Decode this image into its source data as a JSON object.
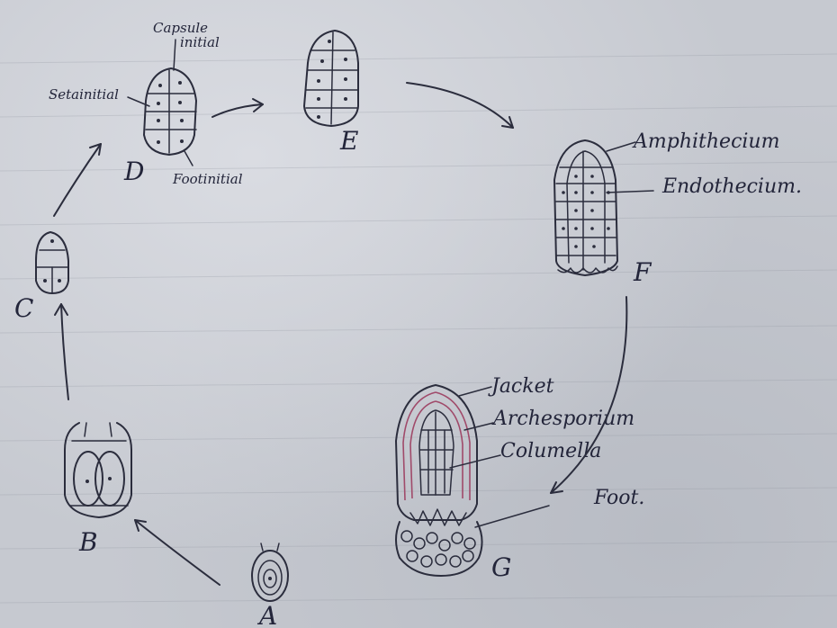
{
  "stages": {
    "A": "A",
    "B": "B",
    "C": "C",
    "D": "D",
    "E": "E",
    "F": "F",
    "G": "G"
  },
  "labels_D": {
    "capsule_line1": "Capsule",
    "capsule_line2": "initial",
    "seta": "Setainitial",
    "foot": "Footinitial"
  },
  "labels_F": {
    "amphithecium": "Amphithecium",
    "endothecium": "Endothecium."
  },
  "labels_G": {
    "jacket": "Jacket",
    "archesporium": "Archesporium",
    "columella": "Columella",
    "foot": "Foot."
  },
  "colors": {
    "ink": "#2b2d3d",
    "paper": "#c6c9d0",
    "pink_layer": "#a04a6a"
  }
}
